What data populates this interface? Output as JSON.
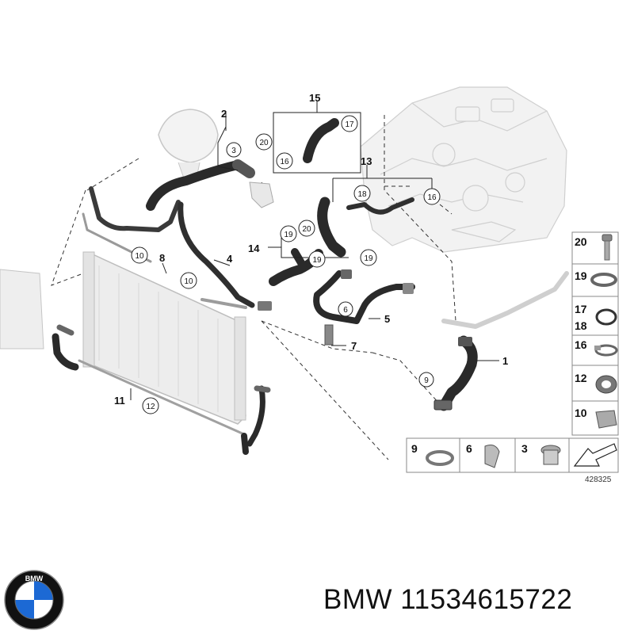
{
  "diagram": {
    "callouts": {
      "c1": "1",
      "c2": "2",
      "c3": "3",
      "c4": "4",
      "c5": "5",
      "c6": "6",
      "c7": "7",
      "c8": "8",
      "c9": "9",
      "c10a": "10",
      "c10b": "10",
      "c11": "11",
      "c12": "12",
      "c13": "13",
      "c14": "14",
      "c15": "15",
      "c16a": "16",
      "c16b": "16",
      "c17": "17",
      "c18": "18",
      "c19a": "19",
      "c19b": "19",
      "c19c": "19",
      "c20a": "20",
      "c20b": "20"
    },
    "legend": {
      "side": [
        "20",
        "19",
        "17",
        "18",
        "16",
        "12",
        "10"
      ],
      "bottom": [
        "9",
        "6",
        "3"
      ]
    },
    "reference": "428325"
  },
  "caption": {
    "brand": "BMW",
    "part_number": "11534615722",
    "text": "BMW 11534615722"
  },
  "logo": {
    "letters": "BMW",
    "colors": {
      "blue": "#1c69d4",
      "black": "#111111",
      "white": "#ffffff"
    }
  }
}
